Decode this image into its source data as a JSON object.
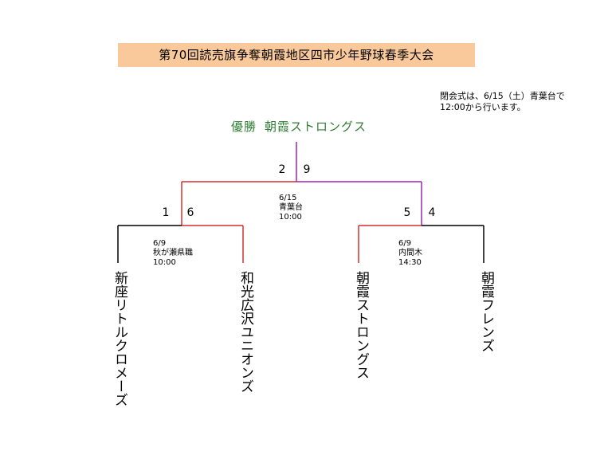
{
  "title": "第70回読売旗争奪朝霞地区四市少年野球春季大会",
  "note": {
    "line1": "閉会式は、6/15（土）青葉台で",
    "line2": "12:00から行います。"
  },
  "winner": {
    "label": "優勝",
    "team": "朝霞ストロングス"
  },
  "final": {
    "score_left": "2",
    "score_right": "9",
    "date": "6/15",
    "venue": "青葉台",
    "time": "10:00"
  },
  "semi_left": {
    "score_left": "1",
    "score_right": "6",
    "date": "6/9",
    "venue": "秋が瀬県職",
    "time": "10:00"
  },
  "semi_right": {
    "score_left": "5",
    "score_right": "4",
    "date": "6/9",
    "venue": "内間木",
    "time": "14:30"
  },
  "teams": [
    "新座リトルクロメーズ",
    "和光広沢ユニオンズ",
    "朝霞ストロングス",
    "朝霞フレンズ"
  ],
  "colors": {
    "title_bg": "#f9c99b",
    "winner_text": "#2e7d32",
    "champion_line": "#9c27b0",
    "win_line": "#d32f2f",
    "lose_line": "#000000"
  }
}
